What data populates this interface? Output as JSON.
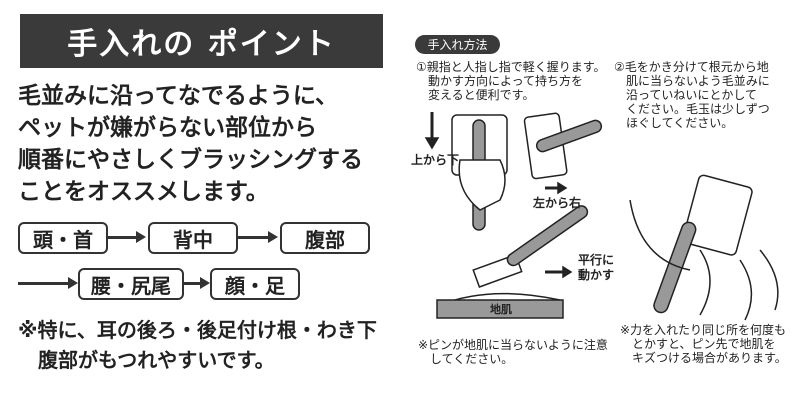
{
  "left": {
    "title": "手入れの ポイント",
    "body": "毛並みに沿ってなでるように、\nペットが嫌がらない部位から\n順番にやさしくブラッシングする\nことをオススメします。",
    "flow": [
      "頭・首",
      "背中",
      "腹部",
      "腰・尻尾",
      "顔・足"
    ],
    "note": "※特に、耳の後ろ・後足付け根・わき下\n　腹部がもつれやすいです。"
  },
  "right": {
    "title": "手入れ方法",
    "step1": "①親指と人指し指で軽く握ります。\n　動かす方向によって持ち方を\n　変えると便利です。",
    "step2": "②毛をかき分けて根元から地\n　肌に当らないよう毛並みに\n　沿っていねいにとかして\n　ください。毛玉は少しずつ\n　ほぐしてください。",
    "label_top_down": "上から下",
    "label_left_right": "左から右",
    "label_parallel": "平行に\n動かす",
    "label_skin": "地肌",
    "note1": "※ピンが地肌に当らないように注意\n　してください。",
    "note2": "※力を入れたり同じ所を何度も\n　とかすと、ピン先で地肌を\n　キズつける場合があります。"
  }
}
